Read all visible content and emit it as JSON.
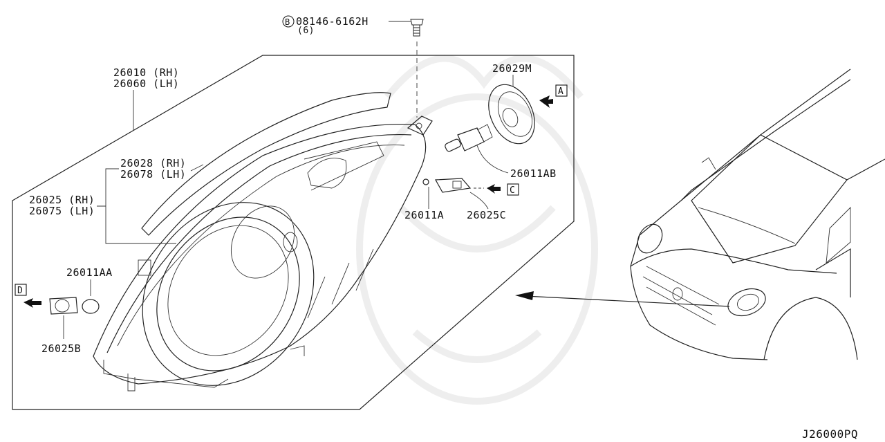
{
  "diagram_code": "J26000PQ",
  "labels": {
    "bolt_part": "08146-6162H",
    "bolt_qty": "(6)",
    "bolt_marker": "B",
    "housing_rh": "26010 (RH)",
    "housing_lh": "26060 (LH)",
    "lens_rh": "26028 (RH)",
    "lens_lh": "26078 (LH)",
    "lamp_rh": "26025 (RH)",
    "lamp_lh": "26075 (LH)",
    "cap": "26029M",
    "main_bulb": "26011AB",
    "small_bulb": "26011A",
    "small_socket": "26025C",
    "side_bulb": "26011AA",
    "side_socket": "26025B"
  },
  "connectors": {
    "a": "A",
    "c": "C",
    "d": "D"
  }
}
